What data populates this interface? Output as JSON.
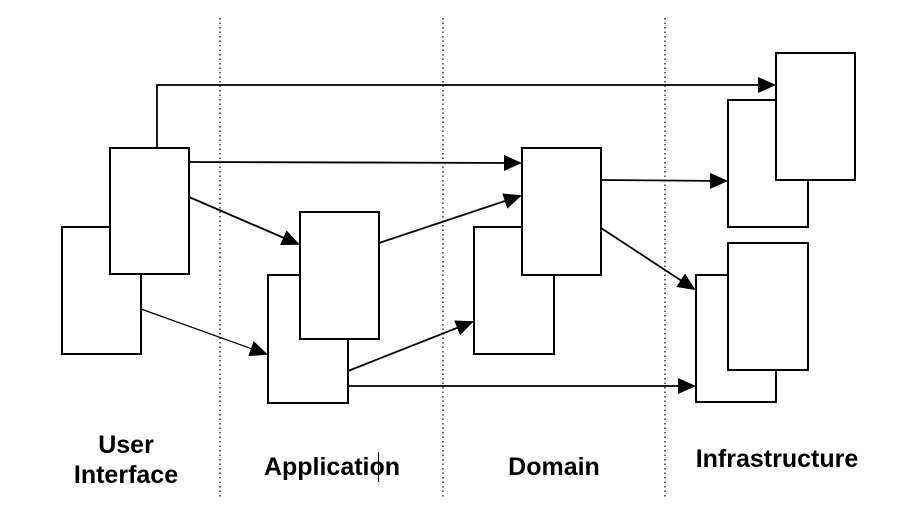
{
  "layers": {
    "user_interface": {
      "line1": "User",
      "line2": "Interface"
    },
    "application": {
      "label": "Application"
    },
    "domain": {
      "label": "Domain"
    },
    "infrastructure": {
      "label": "Infrastructure"
    }
  },
  "colors": {
    "stroke": "#000000",
    "background": "#ffffff"
  }
}
